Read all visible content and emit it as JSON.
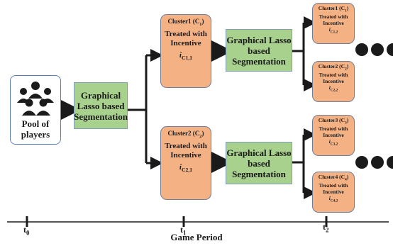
{
  "pool": {
    "label": "Pool of players",
    "icon": "group-of-people-icon"
  },
  "segmentation_label": "Graphical Lasso based Segmentation",
  "level1": [
    {
      "cluster": "Cluster1 (C",
      "cluster_sub": "1",
      "treated": "Treated with Incentive",
      "incentive": "i",
      "incentive_sub": "C1,1"
    },
    {
      "cluster": "Cluster2 (C",
      "cluster_sub": "2",
      "treated": "Treated with Incentive",
      "incentive": "i",
      "incentive_sub": "C2,1"
    }
  ],
  "level2": [
    {
      "cluster": "Cluster1 (C",
      "cluster_sub": "1",
      "treated": "Treated with Incentive",
      "incentive": "i",
      "incentive_sub": "C1,2"
    },
    {
      "cluster": "Cluster2 (C",
      "cluster_sub": "2",
      "treated": "Treated with Incentive",
      "incentive": "i",
      "incentive_sub": "C2,2"
    },
    {
      "cluster": "Cluster3 (C",
      "cluster_sub": "3",
      "treated": "Treated with Incentive",
      "incentive": "i",
      "incentive_sub": "C3,2"
    },
    {
      "cluster": "Cluster4 (C",
      "cluster_sub": "4",
      "treated": "Treated with Incentive",
      "incentive": "i",
      "incentive_sub": "C4,2"
    }
  ],
  "timeline": {
    "ticks": [
      {
        "label": "t",
        "sub": "0"
      },
      {
        "label": "t",
        "sub": "1"
      },
      {
        "label": "t",
        "sub": "2"
      }
    ],
    "axis_label": "Game Period"
  },
  "colors": {
    "green": "#a9d18e",
    "orange": "#f4b183",
    "arrow": "#1a1a1a"
  }
}
